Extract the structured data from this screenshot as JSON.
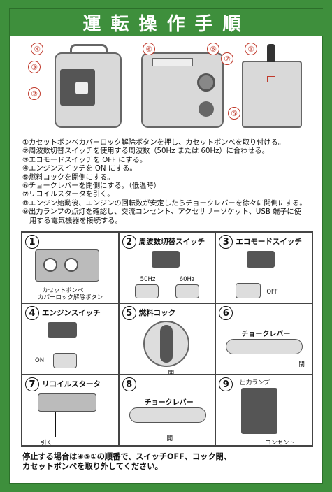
{
  "title": "運転操作手順",
  "callouts": [
    "④",
    "③",
    "②",
    "⑧",
    "⑥",
    "⑦",
    "①",
    "⑤"
  ],
  "steps": [
    "①カセットボンベカバーロック解除ボタンを押し、カセットボンベを取り付ける。",
    "②周波数切替スイッチを使用する周波数（50Hz または 60Hz）に合わせる。",
    "③エコモードスイッチを OFF にする。",
    "④エンジンスイッチを ON にする。",
    "⑤燃料コックを開側にする。",
    "⑥チョークレバーを閉側にする。（低温時）",
    "⑦リコイルスタータを引く。",
    "⑧エンジン始動後、エンジンの回転数が安定したらチョークレバーを徐々に開側にする。",
    "⑨出力ランプの点灯を確認し、交流コンセント、アクセサリーソケット、USB 端子に使",
    "　用する電気機器を接続する。"
  ],
  "cells": [
    {
      "num": "1",
      "head": "",
      "labels": [
        "カセットボンベ",
        "カバーロック解除ボタン"
      ]
    },
    {
      "num": "2",
      "head": "周波数切替スイッチ",
      "labels": [
        "50Hz",
        "60Hz"
      ]
    },
    {
      "num": "3",
      "head": "エコモードスイッチ",
      "labels": [
        "OFF"
      ]
    },
    {
      "num": "4",
      "head": "エンジンスイッチ",
      "labels": [
        "ON"
      ]
    },
    {
      "num": "5",
      "head": "燃料コック",
      "labels": [
        "開"
      ]
    },
    {
      "num": "6",
      "head": "",
      "labels": [
        "チョークレバー",
        "閉"
      ]
    },
    {
      "num": "7",
      "head": "リコイルスタータ",
      "labels": [
        "引く"
      ]
    },
    {
      "num": "8",
      "head": "",
      "labels": [
        "チョークレバー",
        "開"
      ]
    },
    {
      "num": "9",
      "head": "",
      "labels": [
        "出力ランプ",
        "コンセント"
      ]
    }
  ],
  "footer": [
    "停止する場合は④⑤①の順番で、スイッチOFF、コック閉、",
    "カセットボンベを取り外してください。"
  ]
}
